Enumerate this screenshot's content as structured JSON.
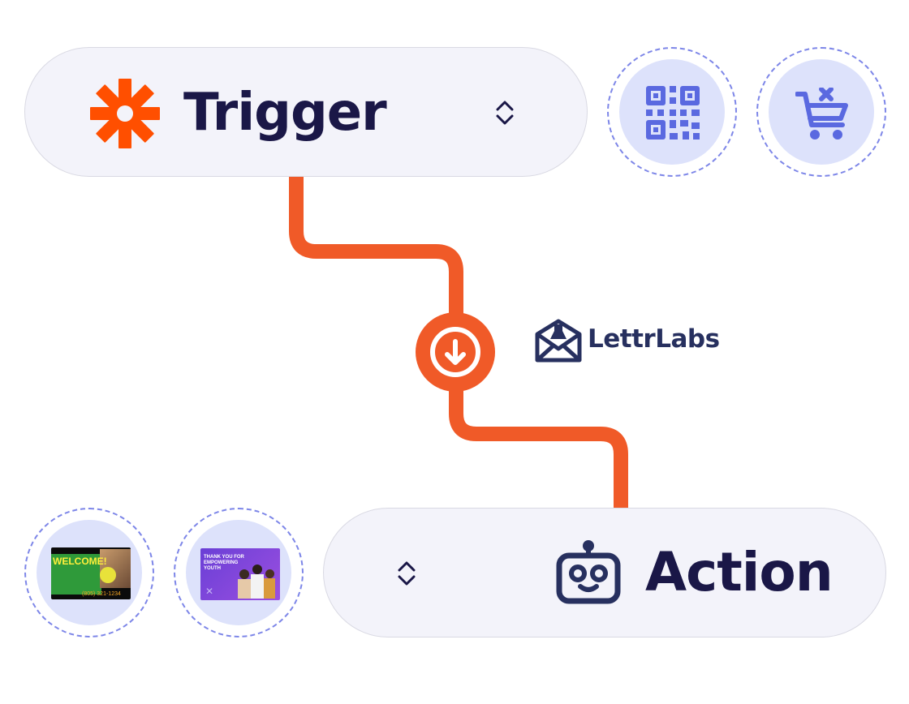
{
  "trigger": {
    "label": "Trigger",
    "icon": "asterisk-icon",
    "accent": "#ff4f00"
  },
  "action": {
    "label": "Action",
    "icon": "robot-icon"
  },
  "brand": {
    "name": "LettrLabs",
    "color": "#27305f"
  },
  "connector": {
    "color": "#f05a28"
  },
  "trigger_options": [
    {
      "name": "qr-code-icon"
    },
    {
      "name": "cart-remove-icon"
    }
  ],
  "action_options": [
    {
      "name": "welcome-postcard-thumbnail",
      "headline": "WELCOME!",
      "phone": "(805) 321-1234"
    },
    {
      "name": "thank-you-postcard-thumbnail",
      "headline": "THANK YOU FOR EMPOWERING YOUTH"
    }
  ]
}
